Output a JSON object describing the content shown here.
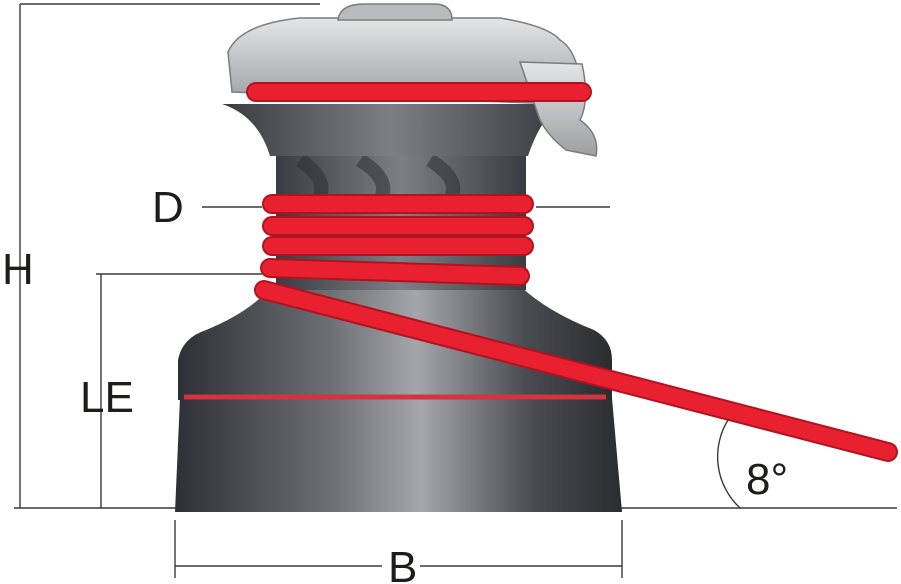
{
  "labels": {
    "height": "H",
    "drum_diameter": "D",
    "line_entry": "LE",
    "base": "B",
    "angle": "8°"
  },
  "colors": {
    "rope": "#e8202f",
    "rope_shadow": "#b3121f",
    "winch_body": "#4a4c51",
    "winch_body_light": "#8e9096",
    "winch_top": "#c7c9cc",
    "dimension_line": "#3a3a3a",
    "text": "#1d1d1b"
  }
}
